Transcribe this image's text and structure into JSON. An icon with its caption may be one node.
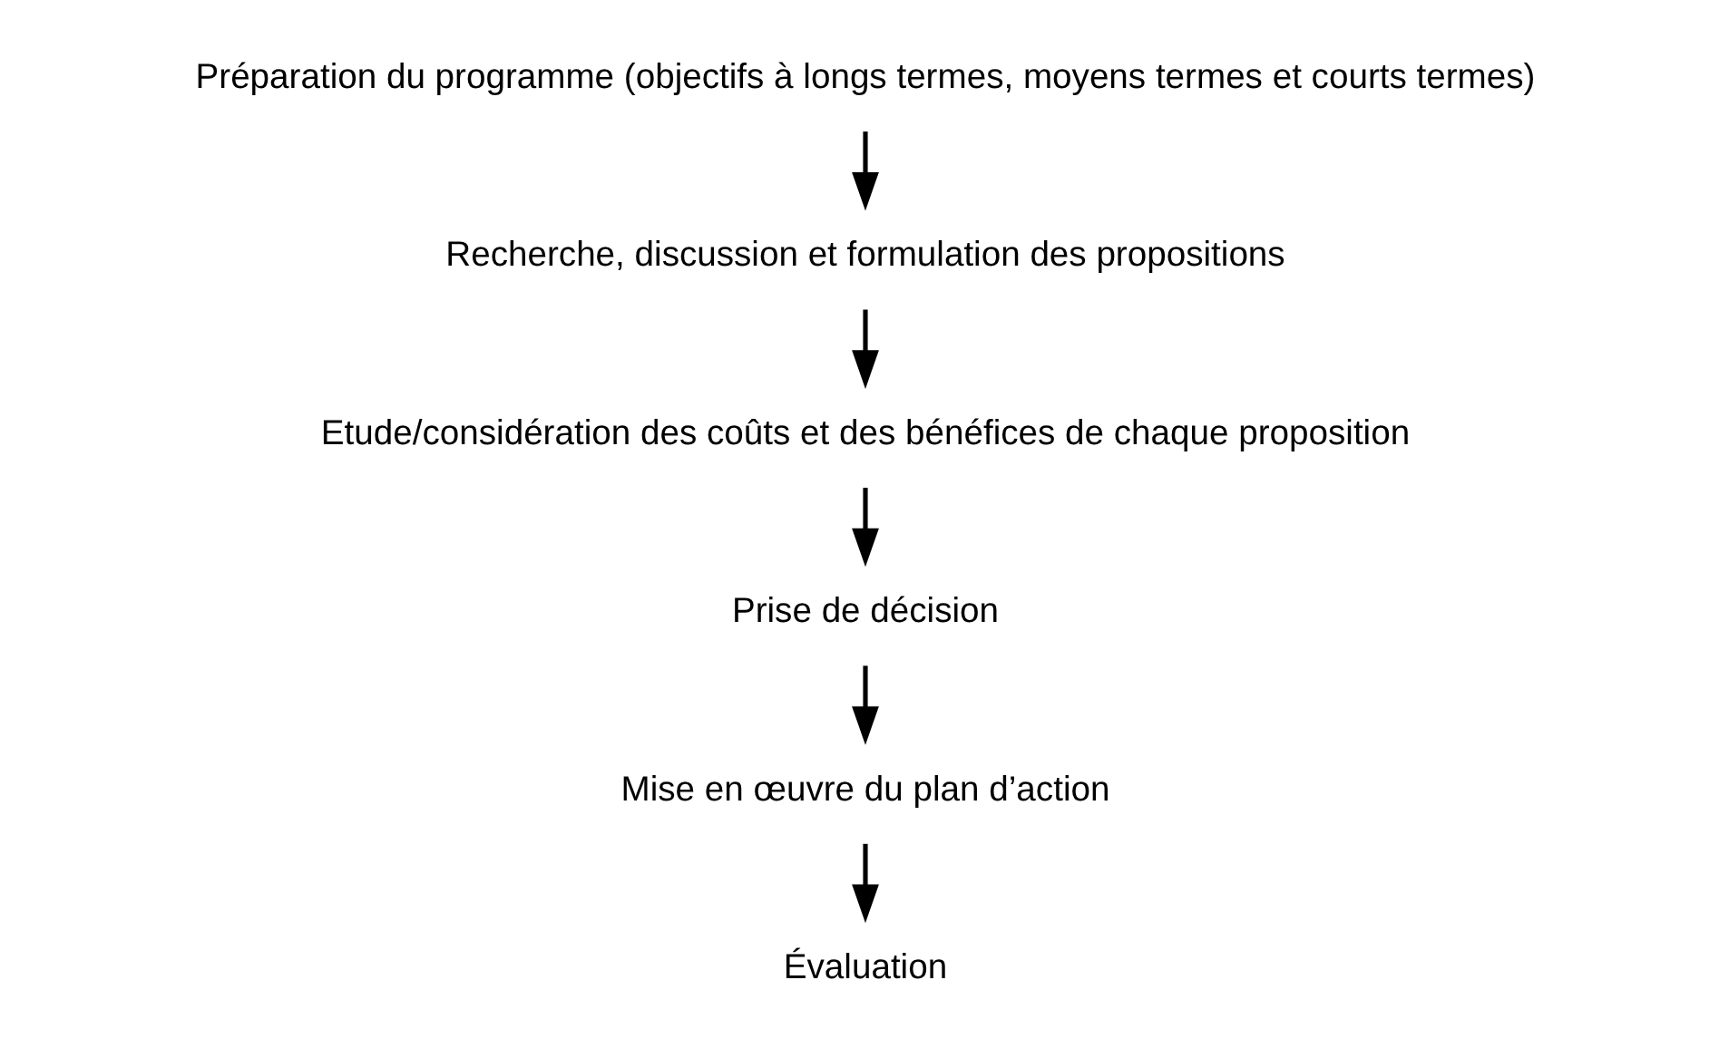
{
  "diagram": {
    "nodes": [
      {
        "text": [
          "Préparation du programme (objectifs à longs termes, moyens termes et courts termes)"
        ]
      },
      {
        "text": [
          "Recherche, discussion et formulation des propositions"
        ]
      },
      {
        "text": [
          "Etude/considération des coûts et des bénéfices de chaque proposition"
        ]
      },
      {
        "text": [
          "Prise de décision"
        ]
      },
      {
        "text": [
          "Mise en œuvre du plan d’action"
        ]
      },
      {
        "text": [
          "Évaluation"
        ]
      }
    ],
    "edges": [
      {
        "from": 0,
        "to": 1,
        "arrow": "to"
      },
      {
        "from": 1,
        "to": 2,
        "arrow": "to"
      },
      {
        "from": 2,
        "to": 3,
        "arrow": "to"
      },
      {
        "from": 3,
        "to": 4,
        "arrow": "to"
      },
      {
        "from": 4,
        "to": 5,
        "arrow": "to"
      }
    ]
  }
}
